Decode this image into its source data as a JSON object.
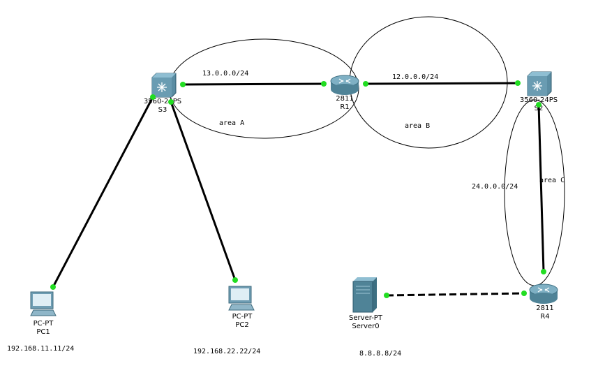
{
  "devices": {
    "S3": {
      "model": "3560-24PS",
      "name": "S3"
    },
    "R1": {
      "model": "2811",
      "name": "R1"
    },
    "S2": {
      "model": "3560-24PS",
      "name": "S2"
    },
    "R4": {
      "model": "2811",
      "name": "R4"
    },
    "PC1": {
      "model": "PC-PT",
      "name": "PC1"
    },
    "PC2": {
      "model": "PC-PT",
      "name": "PC2"
    },
    "Server0": {
      "model": "Server-PT",
      "name": "Server0"
    }
  },
  "networks": {
    "s3_r1": "13.0.0.0/24",
    "r1_s2": "12.0.0.0/24",
    "s2_r4": "24.0.0.0/24"
  },
  "areas": {
    "a": "area A",
    "b": "area B",
    "c": "area C"
  },
  "addresses": {
    "pc1": "192.168.11.11/24",
    "pc2": "192.168.22.22/24",
    "server0": "8.8.8.8/24"
  },
  "colors": {
    "link": "#000000",
    "port_up": "#22dd22",
    "switch_body": "#5b8da3",
    "router_body": "#6b9fb3",
    "pc_body": "#6f9db3",
    "server_body": "#4f8397"
  }
}
